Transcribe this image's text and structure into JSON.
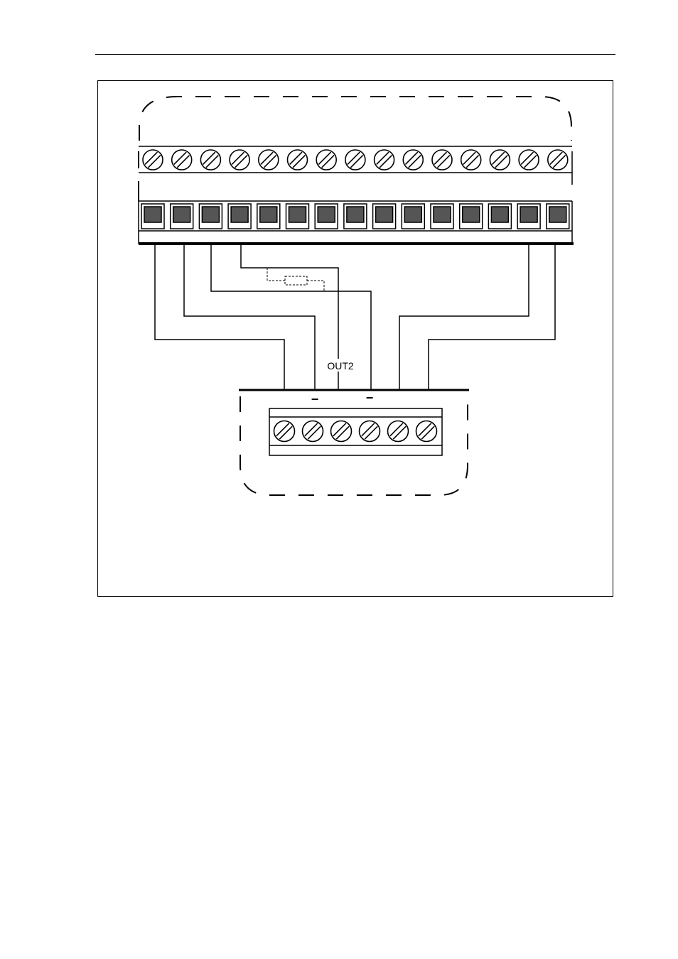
{
  "diagram": {
    "output_label": "OUT2",
    "upper_block": {
      "screw_terminal_count": 15,
      "socket_count": 15
    },
    "lower_block": {
      "screw_terminal_count": 6,
      "minus_marks": [
        "−",
        "−"
      ]
    },
    "colors": {
      "line": "#000000",
      "socket_fill": "#555555",
      "background": "#ffffff"
    }
  }
}
